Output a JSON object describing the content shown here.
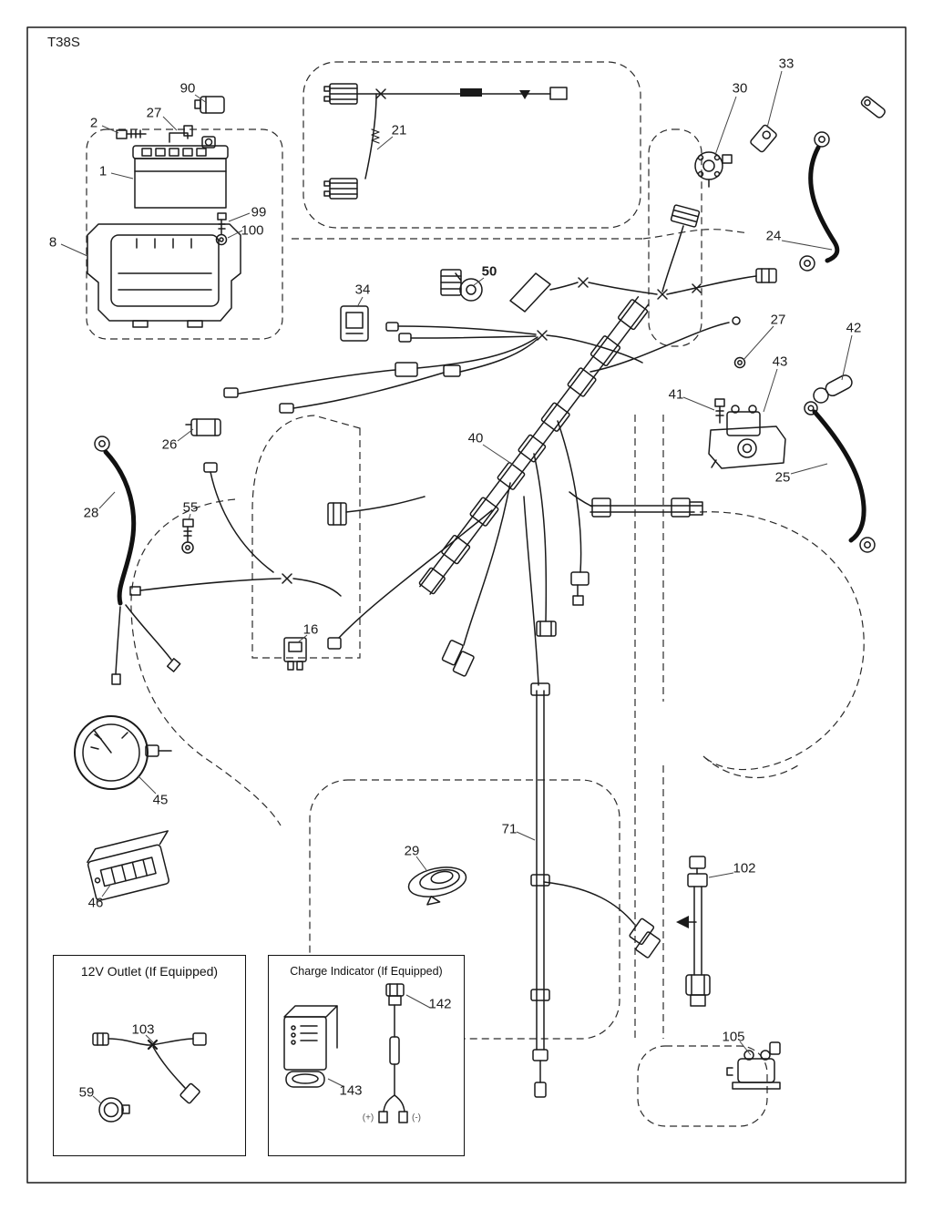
{
  "page": {
    "model_label": "T38S"
  },
  "callouts": [
    {
      "label": "90"
    },
    {
      "label": "2"
    },
    {
      "label": "27"
    },
    {
      "label": "1"
    },
    {
      "label": "99"
    },
    {
      "label": "100"
    },
    {
      "label": "8"
    },
    {
      "label": "21"
    },
    {
      "label": "33"
    },
    {
      "label": "30"
    },
    {
      "label": "24"
    },
    {
      "label": "34"
    },
    {
      "label": "50"
    },
    {
      "label": "27"
    },
    {
      "label": "42"
    },
    {
      "label": "43"
    },
    {
      "label": "41"
    },
    {
      "label": "26"
    },
    {
      "label": "40"
    },
    {
      "label": "25"
    },
    {
      "label": "28"
    },
    {
      "label": "55"
    },
    {
      "label": "16"
    },
    {
      "label": "45"
    },
    {
      "label": "46"
    },
    {
      "label": "29"
    },
    {
      "label": "71"
    },
    {
      "label": "102"
    },
    {
      "label": "105"
    }
  ],
  "insets": [
    {
      "title": "12V Outlet (If Equipped)",
      "callouts": [
        {
          "label": "103"
        },
        {
          "label": "59"
        }
      ]
    },
    {
      "title": "Charge Indicator (If Equipped)",
      "callouts": [
        {
          "label": "142"
        },
        {
          "label": "143"
        }
      ],
      "polarity_positive": "(+)",
      "polarity_negative": "(-)"
    }
  ],
  "colors": {
    "line": "#1a1a1a",
    "background": "#ffffff"
  }
}
